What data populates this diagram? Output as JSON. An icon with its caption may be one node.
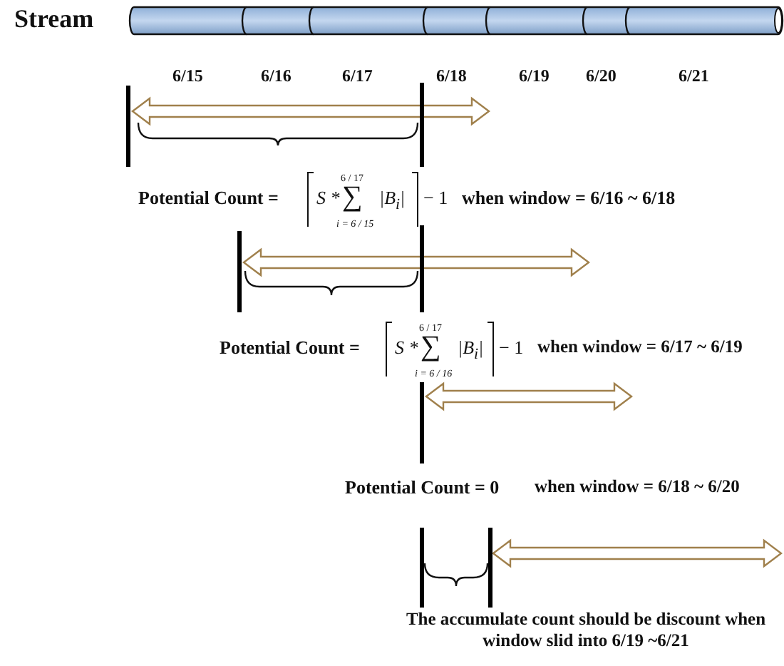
{
  "diagram": {
    "labels": [
      "Stream",
      "6/15",
      "6/16",
      "6/17",
      "6/18",
      "6/19",
      "6/20",
      "6/21",
      "Potential Count =",
      "S *",
      "6 / 17",
      "∑",
      "i = 6 / 15",
      "|B$_{i}$|",
      "− 1",
      "when window = 6/16 ~ 6/18",
      "Potential Count =",
      "S *",
      "6 / 17",
      "∑",
      "i = 6 / 16",
      "|B$_{i}$|",
      "− 1",
      "when window = 6/17 ~ 6/19",
      "Potential Count = 0",
      "when window = 6/18 ~ 6/20",
      "The accumulate count should be discount when window slid into 6/19 ~6/21"
    ]
  }
}
